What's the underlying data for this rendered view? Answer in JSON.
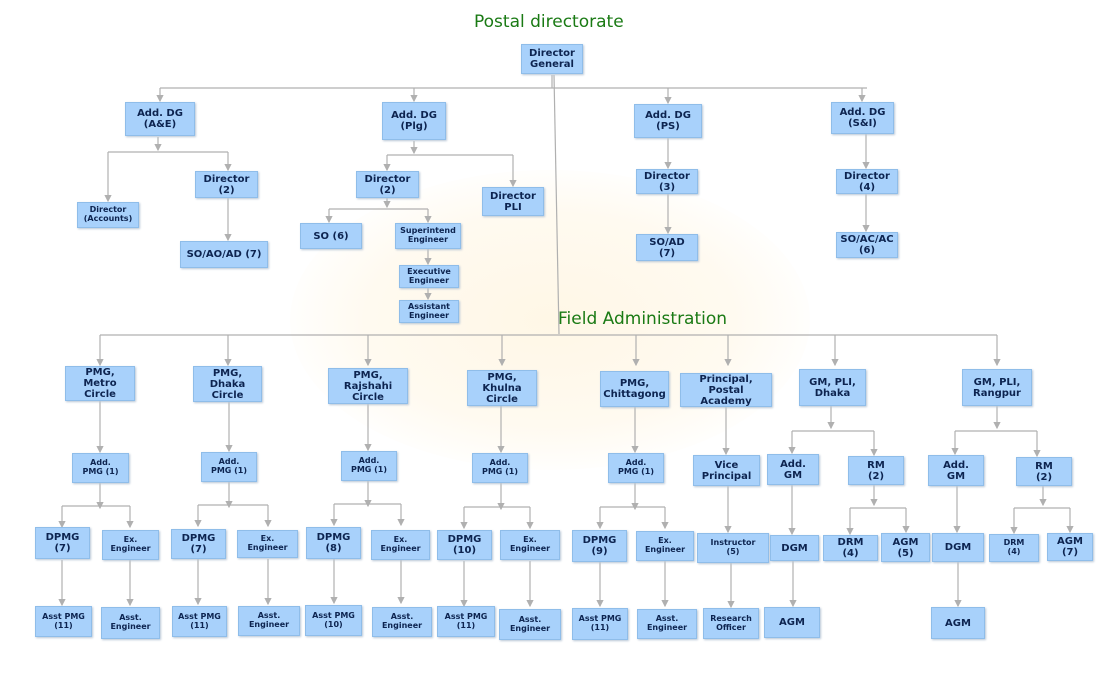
{
  "titles": {
    "postal_directorate": "Postal directorate",
    "field_administration": "Field Administration"
  },
  "nodes": {
    "director_general": "Director\nGeneral",
    "add_dg_ae": "Add. DG\n(A&E)",
    "add_dg_plg": "Add. DG\n(Plg)",
    "add_dg_ps": "Add. DG\n(PS)",
    "add_dg_si": "Add. DG\n(S&I)",
    "director_accounts": "Director\n(Accounts)",
    "director_2_ae": "Director\n(2)",
    "so_ao_ad": "SO/AO/AD (7)",
    "director_2_plg": "Director\n(2)",
    "director_pli": "Director\nPLI",
    "so_6": "SO (6)",
    "superintend_engineer": "Superintend\nEngineer",
    "executive_engineer": "Executive\nEngineer",
    "assistant_engineer": "Assistant\nEngineer",
    "director_3": "Director\n(3)",
    "so_ad": "SO/AD\n(7)",
    "director_4": "Director\n(4)",
    "so_ac_ac": "SO/AC/AC\n(6)",
    "pmg_metro": "PMG, Metro\nCircle",
    "pmg_dhaka": "PMG, Dhaka\nCircle",
    "pmg_rajshahi": "PMG, Rajshahi\nCircle",
    "pmg_khulna": "PMG, Khulna\nCircle",
    "pmg_chittagong": "PMG,\nChittagong",
    "principal_academy": "Principal, Postal\nAcademy",
    "gm_pli_dhaka": "GM, PLI,\nDhaka",
    "gm_pli_rangpur": "GM, PLI,\nRangpur",
    "add_pmg_1_a": "Add.\nPMG (1)",
    "add_pmg_1_b": "Add.\nPMG (1)",
    "add_pmg_1_c": "Add.\nPMG (1)",
    "add_pmg_1_d": "Add.\nPMG (1)",
    "add_pmg_1_e": "Add.\nPMG (1)",
    "vice_principal": "Vice\nPrincipal",
    "add_gm_dhaka": "Add.\nGM",
    "rm_2_dhaka": "RM\n(2)",
    "add_gm_rangpur": "Add.\nGM",
    "rm_2_rangpur": "RM\n(2)",
    "dpmg_7_a": "DPMG\n(7)",
    "ex_eng_a": "Ex.\nEngineer",
    "dpmg_7_b": "DPMG\n(7)",
    "ex_eng_b": "Ex.\nEngineer",
    "dpmg_8": "DPMG\n(8)",
    "ex_eng_c": "Ex.\nEngineer",
    "dpmg_10": "DPMG\n(10)",
    "ex_eng_d": "Ex.\nEngineer",
    "dpmg_9": "DPMG\n(9)",
    "ex_eng_e": "Ex.\nEngineer",
    "instructor_5": "Instructor\n(5)",
    "dgm_dhaka": "DGM",
    "drm_4_dhaka": "DRM\n(4)",
    "agm_5": "AGM\n(5)",
    "dgm_rangpur": "DGM",
    "drm_4_rangpur": "DRM\n(4)",
    "agm_7": "AGM\n(7)",
    "asst_pmg_11_a": "Asst PMG\n(11)",
    "asst_eng_a": "Asst.\nEngineer",
    "asst_pmg_11_b": "Asst PMG\n(11)",
    "asst_eng_b": "Asst.\nEngineer",
    "asst_pmg_10": "Asst PMG\n(10)",
    "asst_eng_c": "Asst.\nEngineer",
    "asst_pmg_11_d": "Asst PMG\n(11)",
    "asst_eng_d": "Asst.\nEngineer",
    "asst_pmg_11_e": "Asst PMG\n(11)",
    "asst_eng_e": "Asst.\nEngineer",
    "research_officer": "Research\nOfficer",
    "agm_dhaka": "AGM",
    "agm_rangpur": "AGM"
  },
  "colors": {
    "box_fill": "#a8d1fb",
    "connector": "#b0b0b0",
    "title": "#1a7a14",
    "text": "#0d2450"
  }
}
